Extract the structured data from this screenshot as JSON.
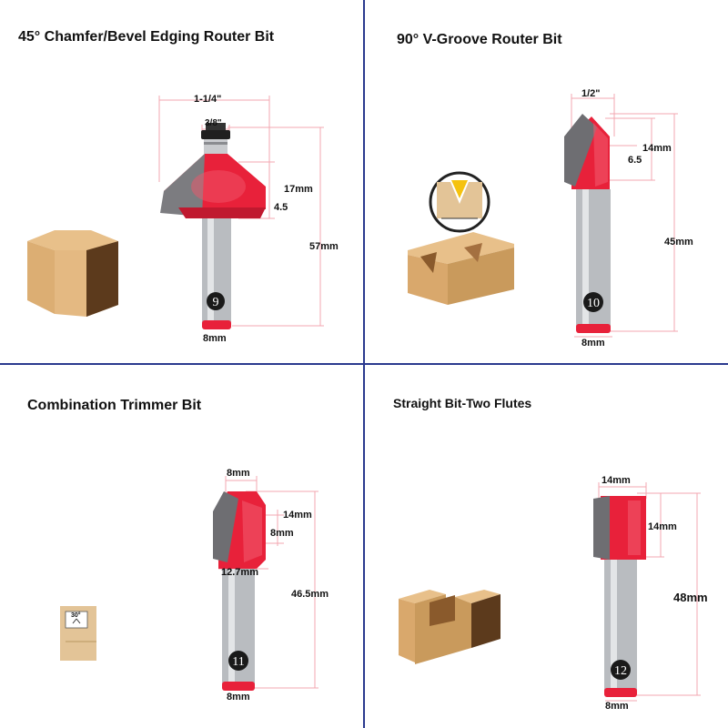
{
  "panels": [
    {
      "title": "45°   Chamfer/Bevel Edging Router Bit",
      "dims": [
        "1-1/4\"",
        "3/8\"",
        "17mm",
        "4.5",
        "57mm",
        "8mm"
      ],
      "number": "9"
    },
    {
      "title": "90°   V-Groove Router Bit",
      "dims": [
        "1/2\"",
        "14mm",
        "6.5",
        "45mm",
        "8mm"
      ],
      "number": "10"
    },
    {
      "title": "Combination Trimmer Bit",
      "dims": [
        "8mm",
        "14mm",
        "8mm",
        "12.7mm",
        "46.5mm",
        "8mm"
      ],
      "inset_label": "30°",
      "number": "11"
    },
    {
      "title": "Straight Bit-Two Flutes",
      "dims": [
        "14mm",
        "14mm",
        "48mm",
        "8mm"
      ],
      "number": "12"
    }
  ],
  "colors": {
    "divider": "#2b3a8f",
    "cutter_red": "#e8213a",
    "shank_gray": "#b9bcc0",
    "wood": "#d9a86c",
    "dimension_line": "#f3a7b0"
  }
}
